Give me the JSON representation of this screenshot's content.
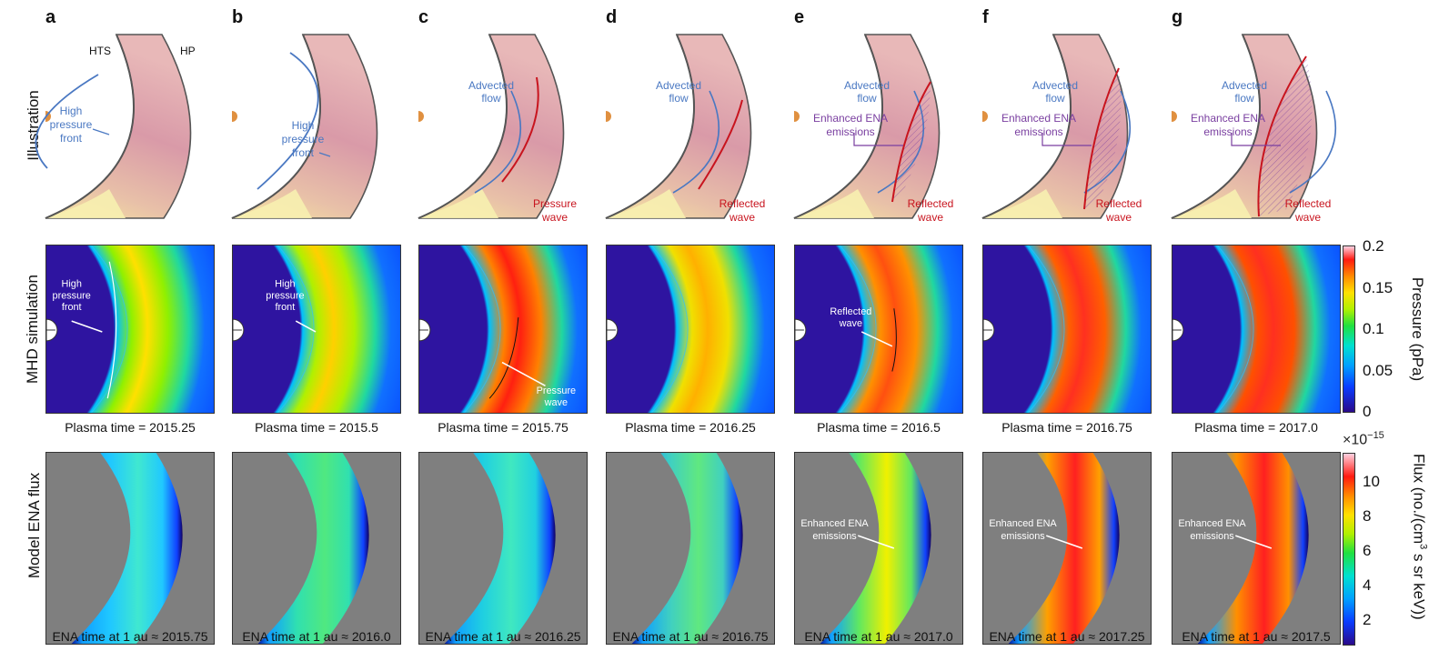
{
  "panels": [
    {
      "letter": "a",
      "plasma_time": "Plasma time = 2015.25",
      "ena_time": "ENA time at 1 au ≈ 2015.75"
    },
    {
      "letter": "b",
      "plasma_time": "Plasma time = 2015.5",
      "ena_time": "ENA time at 1 au ≈ 2016.0"
    },
    {
      "letter": "c",
      "plasma_time": "Plasma time = 2015.75",
      "ena_time": "ENA time at 1 au ≈ 2016.25"
    },
    {
      "letter": "d",
      "plasma_time": "Plasma time = 2016.25",
      "ena_time": "ENA time at 1 au ≈ 2016.75"
    },
    {
      "letter": "e",
      "plasma_time": "Plasma time = 2016.5",
      "ena_time": "ENA time at 1 au ≈ 2017.0"
    },
    {
      "letter": "f",
      "plasma_time": "Plasma time = 2016.75",
      "ena_time": "ENA time at 1 au ≈ 2017.25"
    },
    {
      "letter": "g",
      "plasma_time": "Plasma time = 2017.0",
      "ena_time": "ENA time at 1 au ≈ 2017.5"
    }
  ],
  "row_labels": {
    "illustration": "Illustration",
    "mhd": "MHD simulation",
    "ena": "Model ENA flux"
  },
  "illustration_labels": {
    "hts": "HTS",
    "hp": "HP",
    "high_pressure_front": [
      "High",
      "pressure",
      "front"
    ],
    "advected_flow": [
      "Advected",
      "flow"
    ],
    "pressure_wave": [
      "Pressure",
      "wave"
    ],
    "reflected_wave": [
      "Reflected",
      "wave"
    ],
    "enhanced_ena": [
      "Enhanced ENA",
      "emissions"
    ]
  },
  "mhd_annotations": {
    "high_pressure_front": [
      "High",
      "pressure",
      "front"
    ],
    "pressure_wave": [
      "Pressure",
      "wave"
    ],
    "reflected_wave": [
      "Reflected",
      "wave"
    ]
  },
  "ena_annotations": {
    "enhanced_ena": [
      "Enhanced ENA",
      "emissions"
    ]
  },
  "pressure_colorbar": {
    "ticks": [
      "0.2",
      "0.15",
      "0.1",
      "0.05",
      "0"
    ],
    "axis_label": "Pressure (pPa)"
  },
  "flux_colorbar": {
    "multiplier": "×10",
    "exponent": "−15",
    "ticks": [
      "10",
      "8",
      "6",
      "4",
      "2"
    ],
    "axis_label_pre": "Flux (no./(cm",
    "axis_label_sup": "3",
    "axis_label_post": " s sr keV))"
  },
  "colors": {
    "arrow_blue": "#4a78c2",
    "wave_red": "#c8141e",
    "label_purple": "#7a3fa0",
    "ena_background": "#7f7f7f",
    "mhd_background": "#1a0f6e"
  }
}
